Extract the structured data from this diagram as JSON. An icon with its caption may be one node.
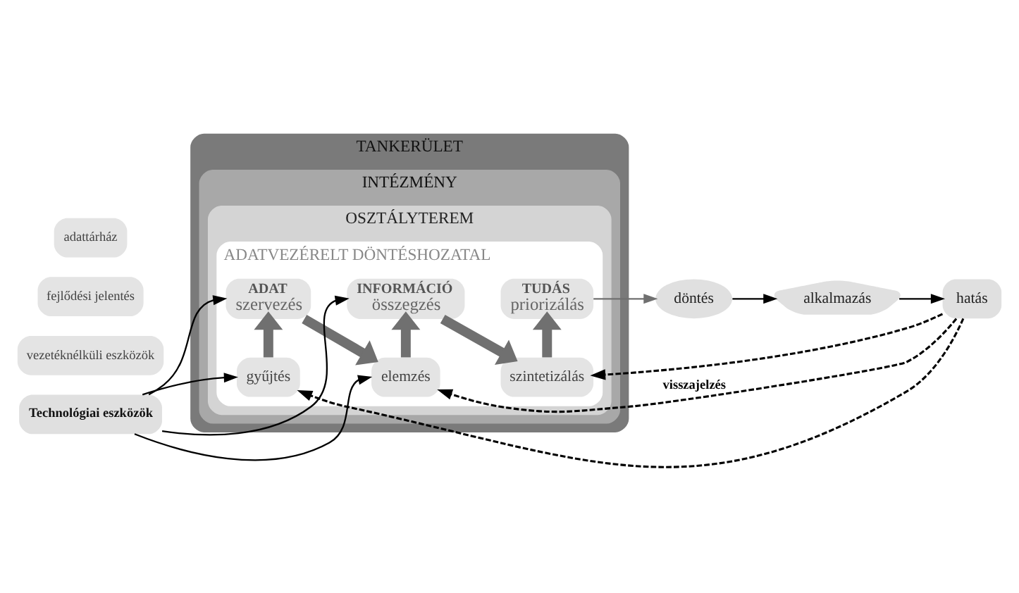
{
  "diagram": {
    "nodes": [
      {
        "text": [
          "TANKERÜLET"
        ]
      },
      {
        "text": [
          "INTÉZMÉNY"
        ],
        "in": 0
      },
      {
        "text": [
          "OSZTÁLYTEREM"
        ],
        "in": 1
      },
      {
        "text": [
          "ADATVEZÉRELT DÖNTÉSHOZATAL"
        ],
        "in": 2
      },
      {
        "text": [
          "Technológiai eszközök"
        ]
      },
      {
        "text": [
          "vezetéknélküli eszközök"
        ]
      },
      {
        "text": [
          "fejlődési jelentés"
        ]
      },
      {
        "text": [
          "adattárház"
        ]
      },
      {
        "text": [
          "TUDÁS",
          "priorizálás"
        ],
        "in": 3
      },
      {
        "text": [
          "INFORMÁCIÓ",
          "összegzés"
        ],
        "in": 3
      },
      {
        "text": [
          "szintetizálás"
        ],
        "in": 3
      },
      {
        "text": [
          "ADAT",
          "szervezés"
        ],
        "in": 3
      },
      {
        "text": [
          "elemzés"
        ],
        "in": 3
      },
      {
        "text": [
          "gyűjtés"
        ],
        "in": 3
      },
      {
        "text": [
          "döntés"
        ]
      },
      {
        "text": [
          "alkalmazás"
        ]
      },
      {
        "text": [
          "hatás"
        ]
      }
    ],
    "edges": [
      {
        "from": 4,
        "to": 9,
        "arrow": "to"
      },
      {
        "from": 4,
        "to": 12,
        "arrow": "to"
      },
      {
        "from": 4,
        "to": 11,
        "arrow": "to"
      },
      {
        "from": 4,
        "to": 13,
        "arrow": "to"
      },
      {
        "from": 13,
        "to": 11,
        "arrow": "to",
        "style": "thick",
        "color": "#707070"
      },
      {
        "from": 11,
        "to": 12,
        "arrow": "to",
        "style": "thick",
        "color": "#707070"
      },
      {
        "from": 12,
        "to": 9,
        "arrow": "to",
        "style": "thick",
        "color": "#707070"
      },
      {
        "from": 9,
        "to": 10,
        "arrow": "to",
        "style": "thick",
        "color": "#707070"
      },
      {
        "from": 10,
        "to": 8,
        "arrow": "to",
        "style": "thick",
        "color": "#707070"
      },
      {
        "from": 8,
        "to": 14,
        "arrow": "to",
        "color": "#707070"
      },
      {
        "from": 14,
        "to": 15,
        "arrow": "to"
      },
      {
        "from": 15,
        "to": 16,
        "arrow": "to"
      },
      {
        "from": 16,
        "to": 10,
        "arrow": "to",
        "style": "dashed"
      },
      {
        "from": 16,
        "to": 12,
        "arrow": "to",
        "style": "dashed",
        "label": "visszajelzés"
      },
      {
        "from": 16,
        "to": 13,
        "arrow": "to",
        "style": "dashed"
      }
    ]
  }
}
